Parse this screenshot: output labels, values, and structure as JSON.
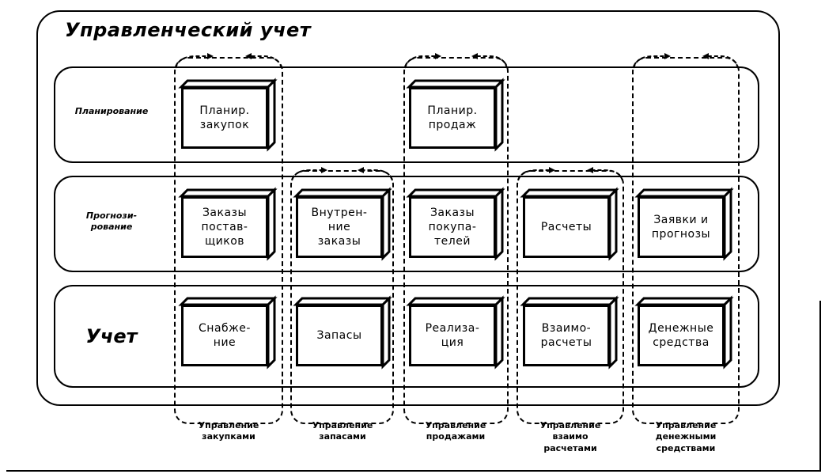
{
  "title": "Управленческий учет",
  "rows": [
    {
      "label": "Планирование"
    },
    {
      "label": "Прогнози-\nрование"
    },
    {
      "label": "Учет"
    }
  ],
  "boxes": {
    "planning": [
      {
        "label": "Планир.\nзакупок"
      },
      {
        "label": "Планир.\nпродаж"
      }
    ],
    "forecasting": [
      {
        "label": "Заказы\nпостав-\nщиков"
      },
      {
        "label": "Внутрен-\nние\nзаказы"
      },
      {
        "label": "Заказы\nпокупа-\nтелей"
      },
      {
        "label": "Расчеты"
      },
      {
        "label": "Заявки и\nпрогнозы"
      }
    ],
    "accounting": [
      {
        "label": "Снабже-\nние"
      },
      {
        "label": "Запасы"
      },
      {
        "label": "Реализа-\nция"
      },
      {
        "label": "Взаимо-\nрасчеты"
      },
      {
        "label": "Денежные\nсредства"
      }
    ]
  },
  "groups": [
    {
      "label": "Управление\nзакупками"
    },
    {
      "label": "Управление\nзапасами"
    },
    {
      "label": "Управление\nпродажами"
    },
    {
      "label": "Управление\nвзаимо\nрасчетами"
    },
    {
      "label": "Управление\nденежными\nсредствами"
    }
  ]
}
